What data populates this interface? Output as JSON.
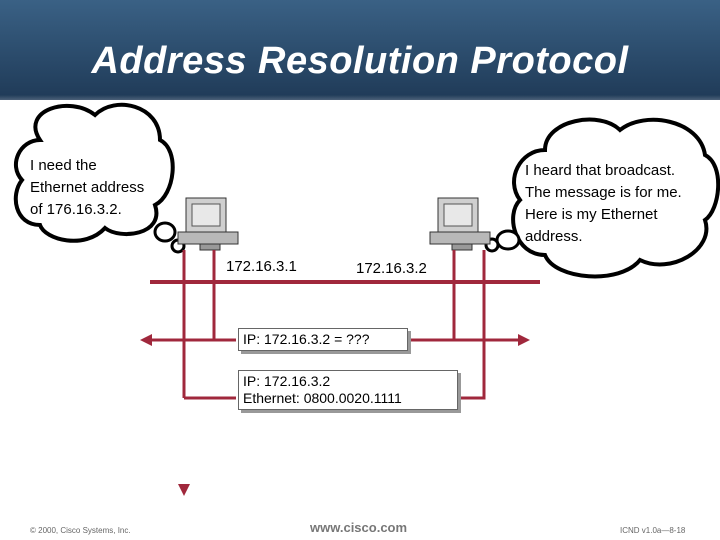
{
  "title": "Address Resolution Protocol",
  "left_bubble": {
    "lines": [
      "I need the",
      "Ethernet address",
      "of 176.16.3.2."
    ]
  },
  "right_bubble": {
    "lines": [
      "I heard that broadcast.",
      "The message is for me.",
      "Here is my Ethernet",
      "address."
    ]
  },
  "hosts": [
    {
      "ip": "172.16.3.1"
    },
    {
      "ip": "172.16.3.2"
    }
  ],
  "request_box": {
    "text": "IP: 172.16.3.2 = ???"
  },
  "reply_box": {
    "line1": "IP: 172.16.3.2",
    "line2": "Ethernet: 0800.0020.1111"
  },
  "footer": {
    "copyright": "© 2000, Cisco Systems, Inc.",
    "url": "www.cisco.com",
    "course": "ICND v1.0a—8-18"
  },
  "colors": {
    "title_bg": "#2f5170",
    "wire": "#a0283c",
    "arrow": "#a0283c"
  }
}
